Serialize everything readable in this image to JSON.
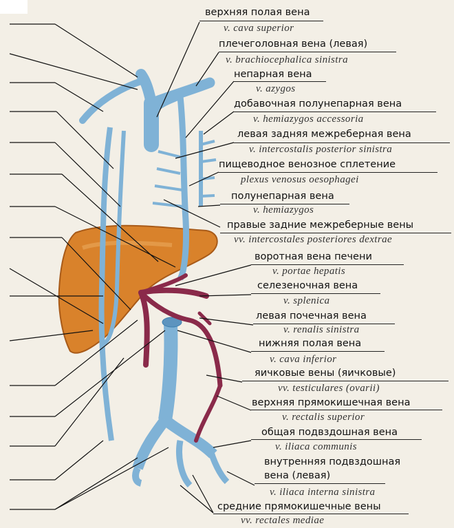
{
  "labels": [
    {
      "ru": "верхняя полая вена",
      "la": "v. cava superior"
    },
    {
      "ru": "плечеголовная вена (левая)",
      "la": "v. brachiocephalica sinistra"
    },
    {
      "ru": "непарная вена",
      "la": "v. azygos"
    },
    {
      "ru": "добавочная полунепарная вена",
      "la": "v. hemiazygos accessoria"
    },
    {
      "ru": "левая задняя межреберная вена",
      "la": "v. intercostalis posterior sinistra"
    },
    {
      "ru": "пищеводное венозное сплетение",
      "la": "plexus venosus oesophagei"
    },
    {
      "ru": "полунепарная вена",
      "la": "v. hemiazygos"
    },
    {
      "ru": "правые задние межреберные вены",
      "la": "vv. intercostales posteriores dextrae"
    },
    {
      "ru": "воротная вена печени",
      "la": "v. portae hepatis"
    },
    {
      "ru": "селезеночная вена",
      "la": "v. splenica"
    },
    {
      "ru": "левая почечная вена",
      "la": "v. renalis sinistra"
    },
    {
      "ru": "нижняя полая вена",
      "la": "v. cava inferior"
    },
    {
      "ru": "яичковые вены (яичковые)",
      "la": "vv. testiculares (ovarii)"
    },
    {
      "ru": "верхняя прямокишечная вена",
      "la": "v. rectalis superior"
    },
    {
      "ru": "общая подвздошная вена",
      "la": "v. iliaca communis"
    },
    {
      "ru": "внутренняя подвздошная",
      "ru2": "вена (левая)",
      "la": "v. iliaca interna sinistra"
    },
    {
      "ru": "средние прямокишечные вены",
      "la": "vv. rectales mediae"
    }
  ],
  "colors": {
    "vein": "#7fb2d6",
    "vein_dark": "#3f7fae",
    "portal": "#8a2a4a",
    "liver": "#d9822b",
    "paper": "#f3efe6"
  }
}
